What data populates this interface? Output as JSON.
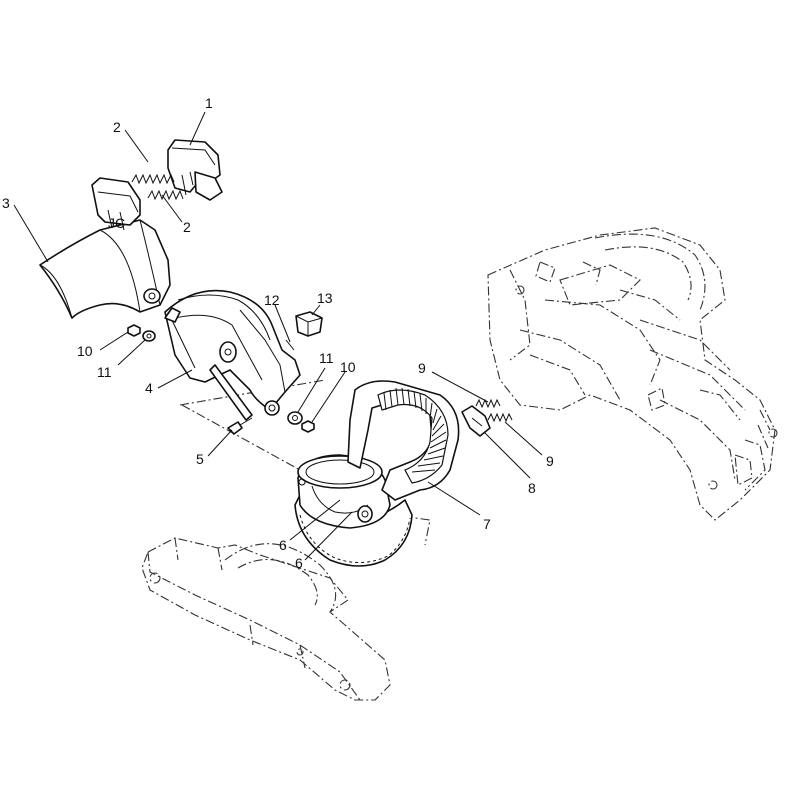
{
  "callouts": [
    {
      "id": "c1a",
      "label": "1"
    },
    {
      "id": "c2a",
      "label": "2"
    },
    {
      "id": "c2b",
      "label": "2"
    },
    {
      "id": "c3",
      "label": "3"
    },
    {
      "id": "c4",
      "label": "4"
    },
    {
      "id": "c5",
      "label": "5"
    },
    {
      "id": "c6a",
      "label": "6"
    },
    {
      "id": "c6b",
      "label": "6"
    },
    {
      "id": "c7",
      "label": "7"
    },
    {
      "id": "c8",
      "label": "8"
    },
    {
      "id": "c9a",
      "label": "9"
    },
    {
      "id": "c9b",
      "label": "9"
    },
    {
      "id": "c10a",
      "label": "10"
    },
    {
      "id": "c10b",
      "label": "10"
    },
    {
      "id": "c11a",
      "label": "11"
    },
    {
      "id": "c11b",
      "label": "11"
    },
    {
      "id": "c12",
      "label": "12"
    },
    {
      "id": "c13",
      "label": "13"
    }
  ]
}
